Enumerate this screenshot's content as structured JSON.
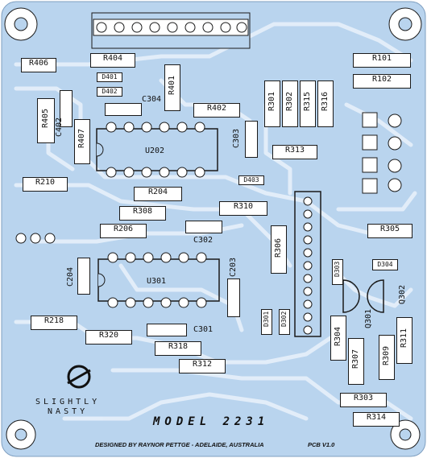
{
  "colors": {
    "board": "#b9d4ee",
    "trace": "#ffffff",
    "silk": "#111111"
  },
  "board": {
    "model": "MODEL 2231",
    "brand_line1": "SLIGHTLY",
    "brand_line2": "NASTY",
    "credit": "DESIGNED BY RAYNOR PETTGE - ADELAIDE, AUSTRALIA",
    "version": "PCB V1.0"
  },
  "parts": {
    "resistors": [
      "R406",
      "R404",
      "R401",
      "R101",
      "R102",
      "R405",
      "R402",
      "R301",
      "R302",
      "R315",
      "R316",
      "R407",
      "R313",
      "R210",
      "R204",
      "R310",
      "R308",
      "R206",
      "R305",
      "R306",
      "R218",
      "R320",
      "R318",
      "R312",
      "R304",
      "R307",
      "R309",
      "R311",
      "R303",
      "R314"
    ],
    "capacitors": [
      "C304",
      "C402",
      "C303",
      "C302",
      "C204",
      "C203",
      "C301"
    ],
    "diodes": [
      "D401",
      "D402",
      "D403",
      "D301",
      "D302",
      "D303",
      "D304"
    ],
    "ics": [
      "U202",
      "U301"
    ],
    "transistors": [
      "Q301",
      "Q302"
    ]
  }
}
